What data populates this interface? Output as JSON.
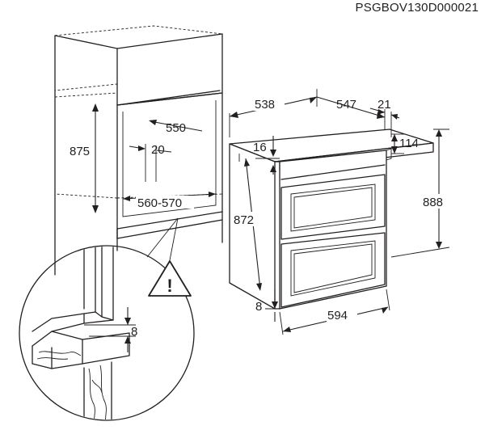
{
  "code": "PSGBOV130D000021",
  "dims": {
    "d538": "538",
    "d547": "547",
    "d21": "21",
    "d550": "550",
    "d875": "875",
    "d20": "20",
    "d560_570": "560-570",
    "d16": "16",
    "d114": "114",
    "d872": "872",
    "d888": "888",
    "d8_front": "8",
    "d594": "594",
    "d8_detail": "8"
  },
  "warning_symbol": "!",
  "icons": [
    "warning-triangle-icon"
  ]
}
